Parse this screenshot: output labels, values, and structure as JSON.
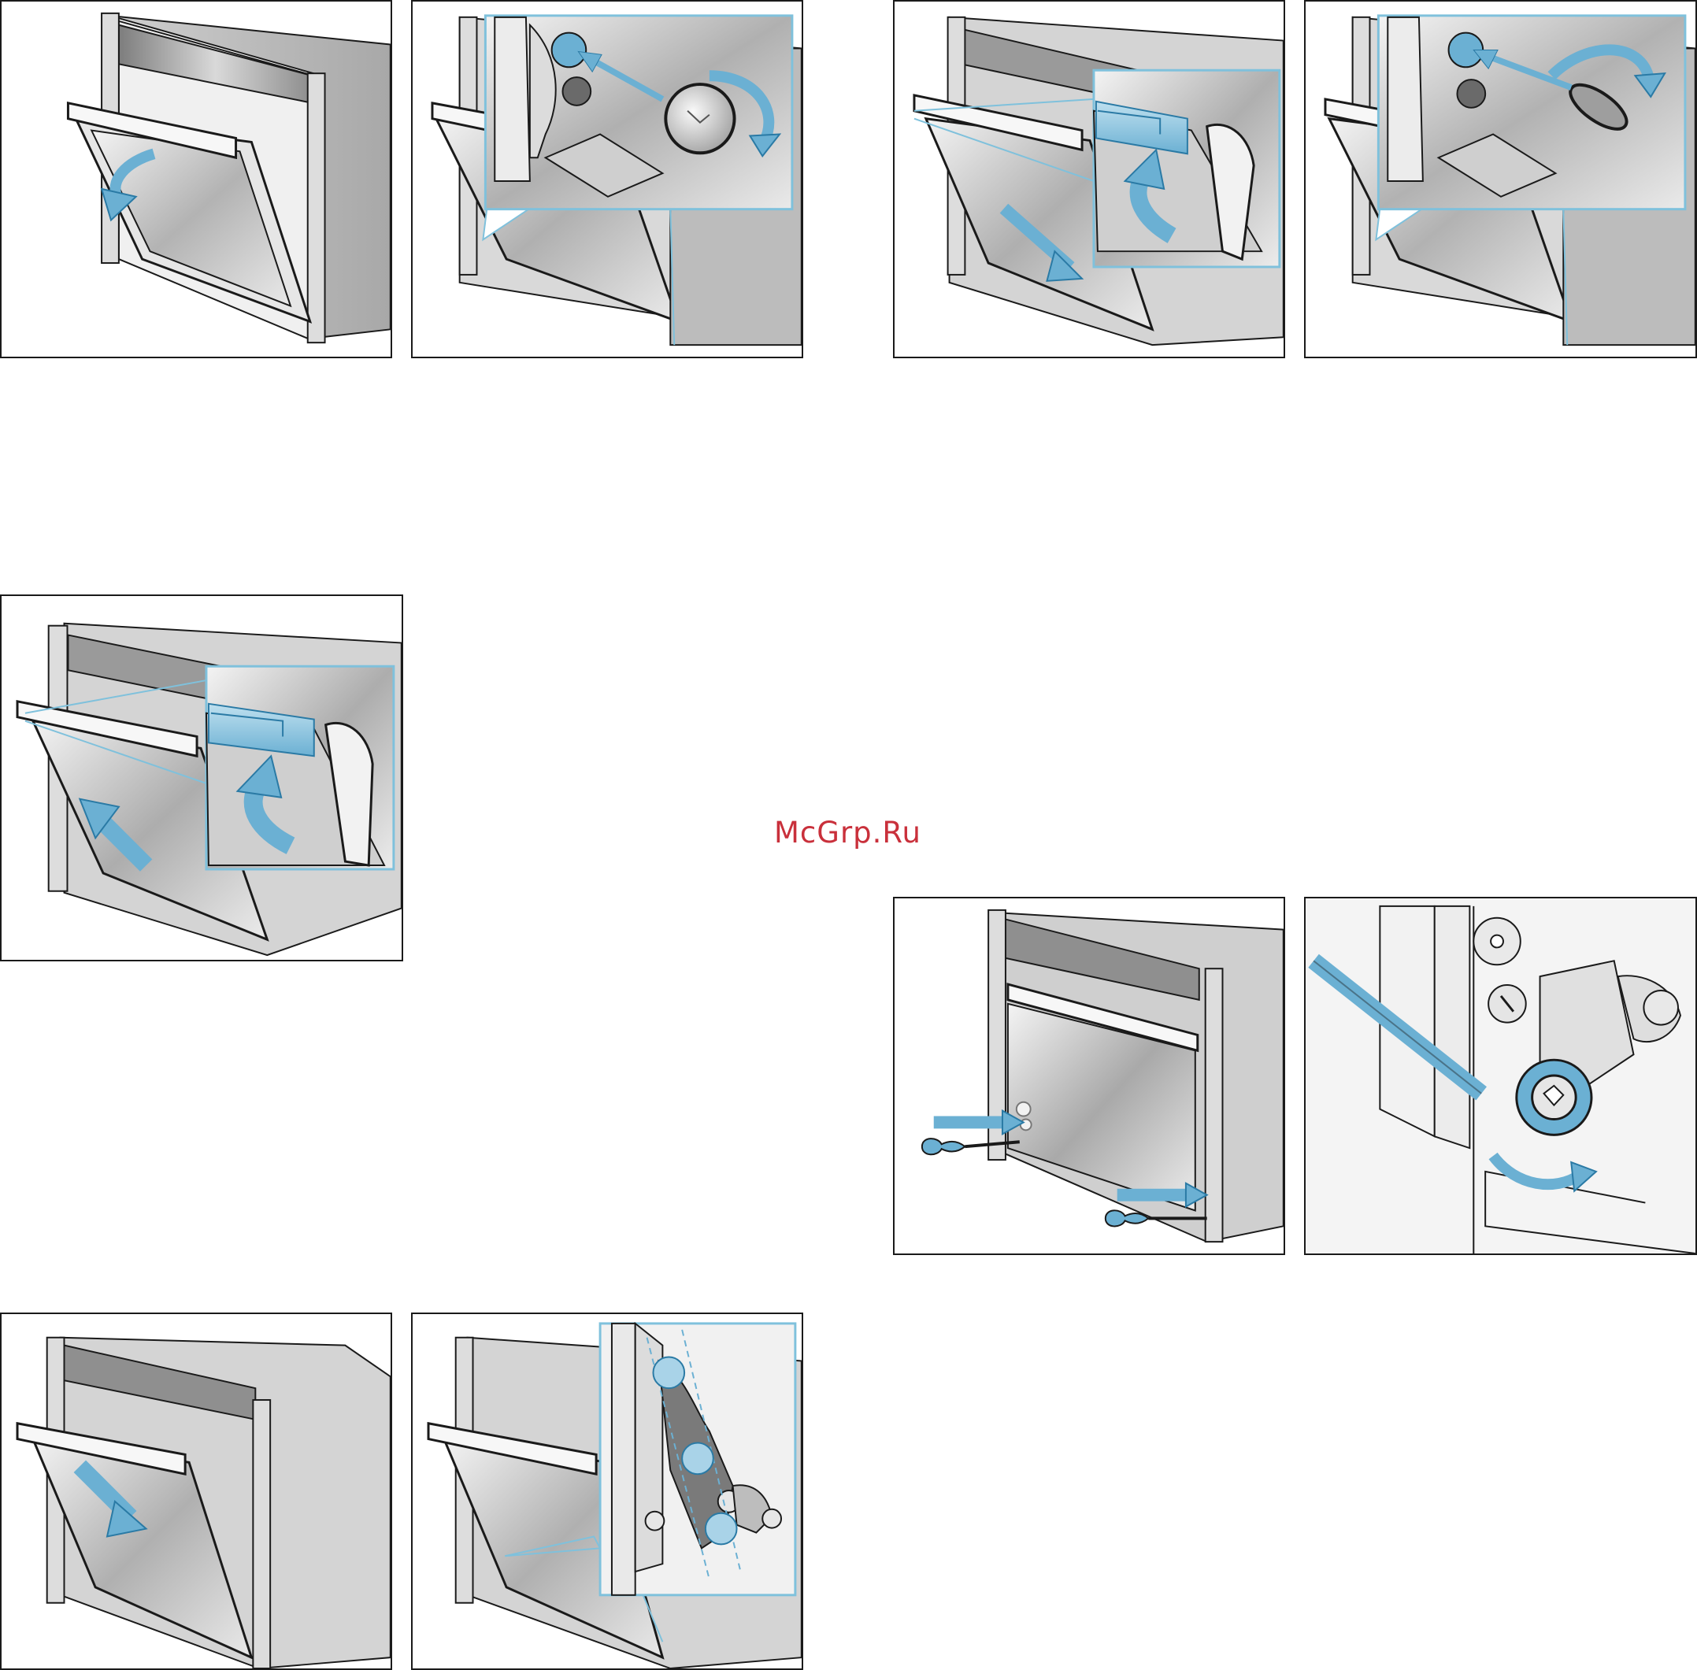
{
  "watermark": {
    "text": "McGrp.Ru",
    "color": "#c9303b"
  },
  "colors": {
    "accent_blue": "#6bb0d3",
    "callout_line": "#7fc1dc",
    "metal_light": "#e6e6e6",
    "metal_dark": "#9a9a9a",
    "outline": "#1a1a1a"
  },
  "steps": [
    {
      "id": "step-open-door",
      "icons": [
        "rotate-down-arrow-icon"
      ]
    },
    {
      "id": "step-turn-hinge-cover",
      "icons": [
        "hinge-cover-icon",
        "rotate-arrow-icon"
      ]
    },
    {
      "id": "step-lift-door-lever",
      "icons": [
        "lever-icon",
        "up-arrow-icon",
        "pull-arrow-icon"
      ]
    },
    {
      "id": "step-remove-hinge-cover",
      "icons": [
        "hinge-cover-icon",
        "rotate-arrow-icon"
      ]
    },
    {
      "id": "step-push-door-lever",
      "icons": [
        "lever-icon",
        "up-arrow-icon",
        "push-arrow-icon"
      ]
    },
    {
      "id": "step-insert-screwdrivers",
      "icons": [
        "screwdriver-icon",
        "push-arrow-icon"
      ]
    },
    {
      "id": "step-turn-hinge-screw",
      "icons": [
        "screwdriver-icon",
        "rotate-arrow-icon"
      ]
    },
    {
      "id": "step-close-door",
      "icons": [
        "pull-arrow-icon"
      ]
    },
    {
      "id": "step-align-hinge",
      "icons": [
        "hinge-marker-icon"
      ]
    }
  ]
}
